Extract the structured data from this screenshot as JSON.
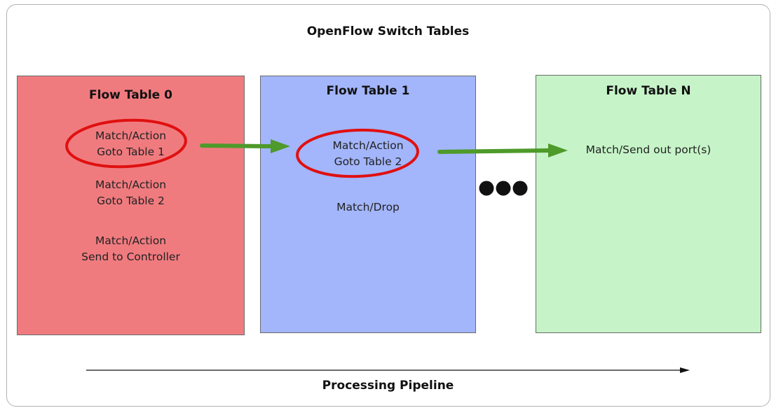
{
  "diagram": {
    "title": "OpenFlow Switch Tables",
    "pipeline_label": "Processing Pipeline",
    "ellipsis": "●●●",
    "tables": [
      {
        "title": "Flow Table 0",
        "fill": "#f07b7f",
        "entries": [
          {
            "line1": "Match/Action",
            "line2": "Goto Table 1"
          },
          {
            "line1": "Match/Action",
            "line2": "Goto Table 2"
          },
          {
            "line1": "Match/Action",
            "line2": "Send to Controller"
          }
        ]
      },
      {
        "title": "Flow Table 1",
        "fill": "#a3b5fb",
        "entries": [
          {
            "line1": "Match/Action",
            "line2": "Goto Table 2"
          },
          {
            "line1": "Match/Drop",
            "line2": ""
          }
        ]
      },
      {
        "title": "Flow Table N",
        "fill": "#c6f4c8",
        "entries": [
          {
            "line1": "Match/Send out port(s)",
            "line2": ""
          }
        ]
      }
    ],
    "colors": {
      "highlight_circle": "#e01010",
      "flow_arrow": "#4e9a2a",
      "pipeline_arrow": "#111111"
    }
  }
}
